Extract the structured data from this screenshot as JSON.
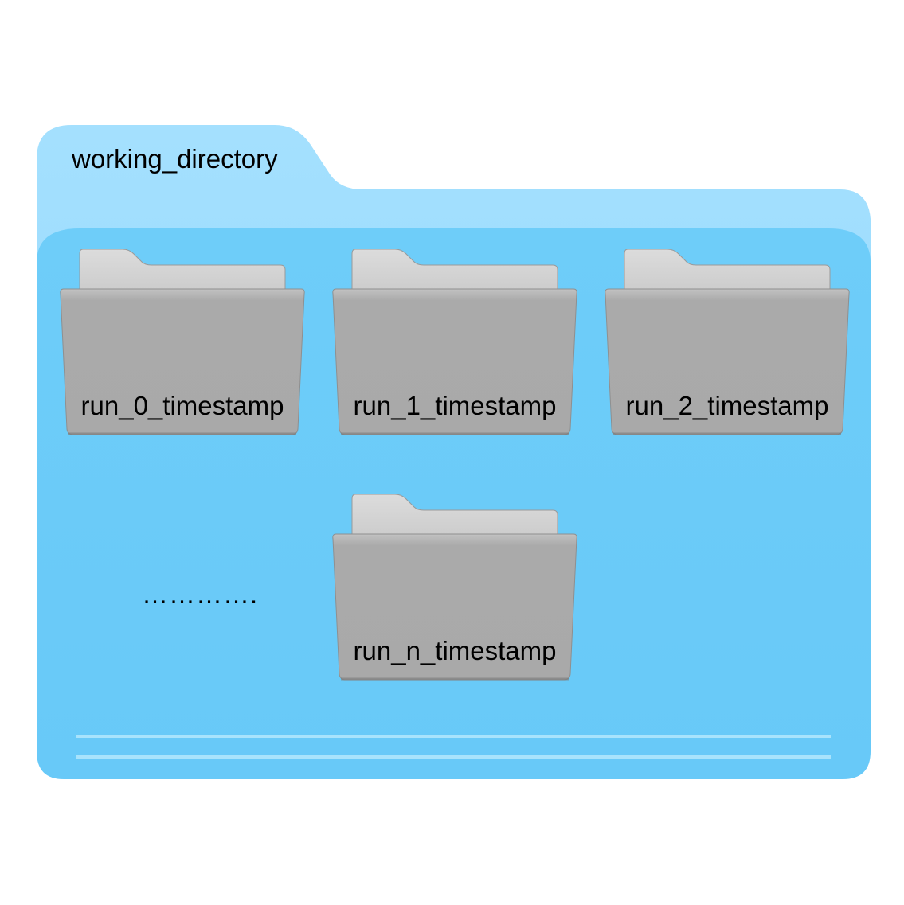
{
  "parent_folder": {
    "label": "working_directory",
    "icon": "folder-icon",
    "color_tab": "#9cdcfd",
    "color_body": "#6ccbf8"
  },
  "sub_folders": [
    {
      "label": "run_0_timestamp",
      "icon": "folder-icon"
    },
    {
      "label": "run_1_timestamp",
      "icon": "folder-icon"
    },
    {
      "label": "run_2_timestamp",
      "icon": "folder-icon"
    },
    {
      "label": "run_n_timestamp",
      "icon": "folder-icon"
    }
  ],
  "ellipsis": "………….",
  "colors": {
    "sub_folder_gray": "#a9a9a9",
    "sub_folder_tab": "#d6d6d6"
  }
}
